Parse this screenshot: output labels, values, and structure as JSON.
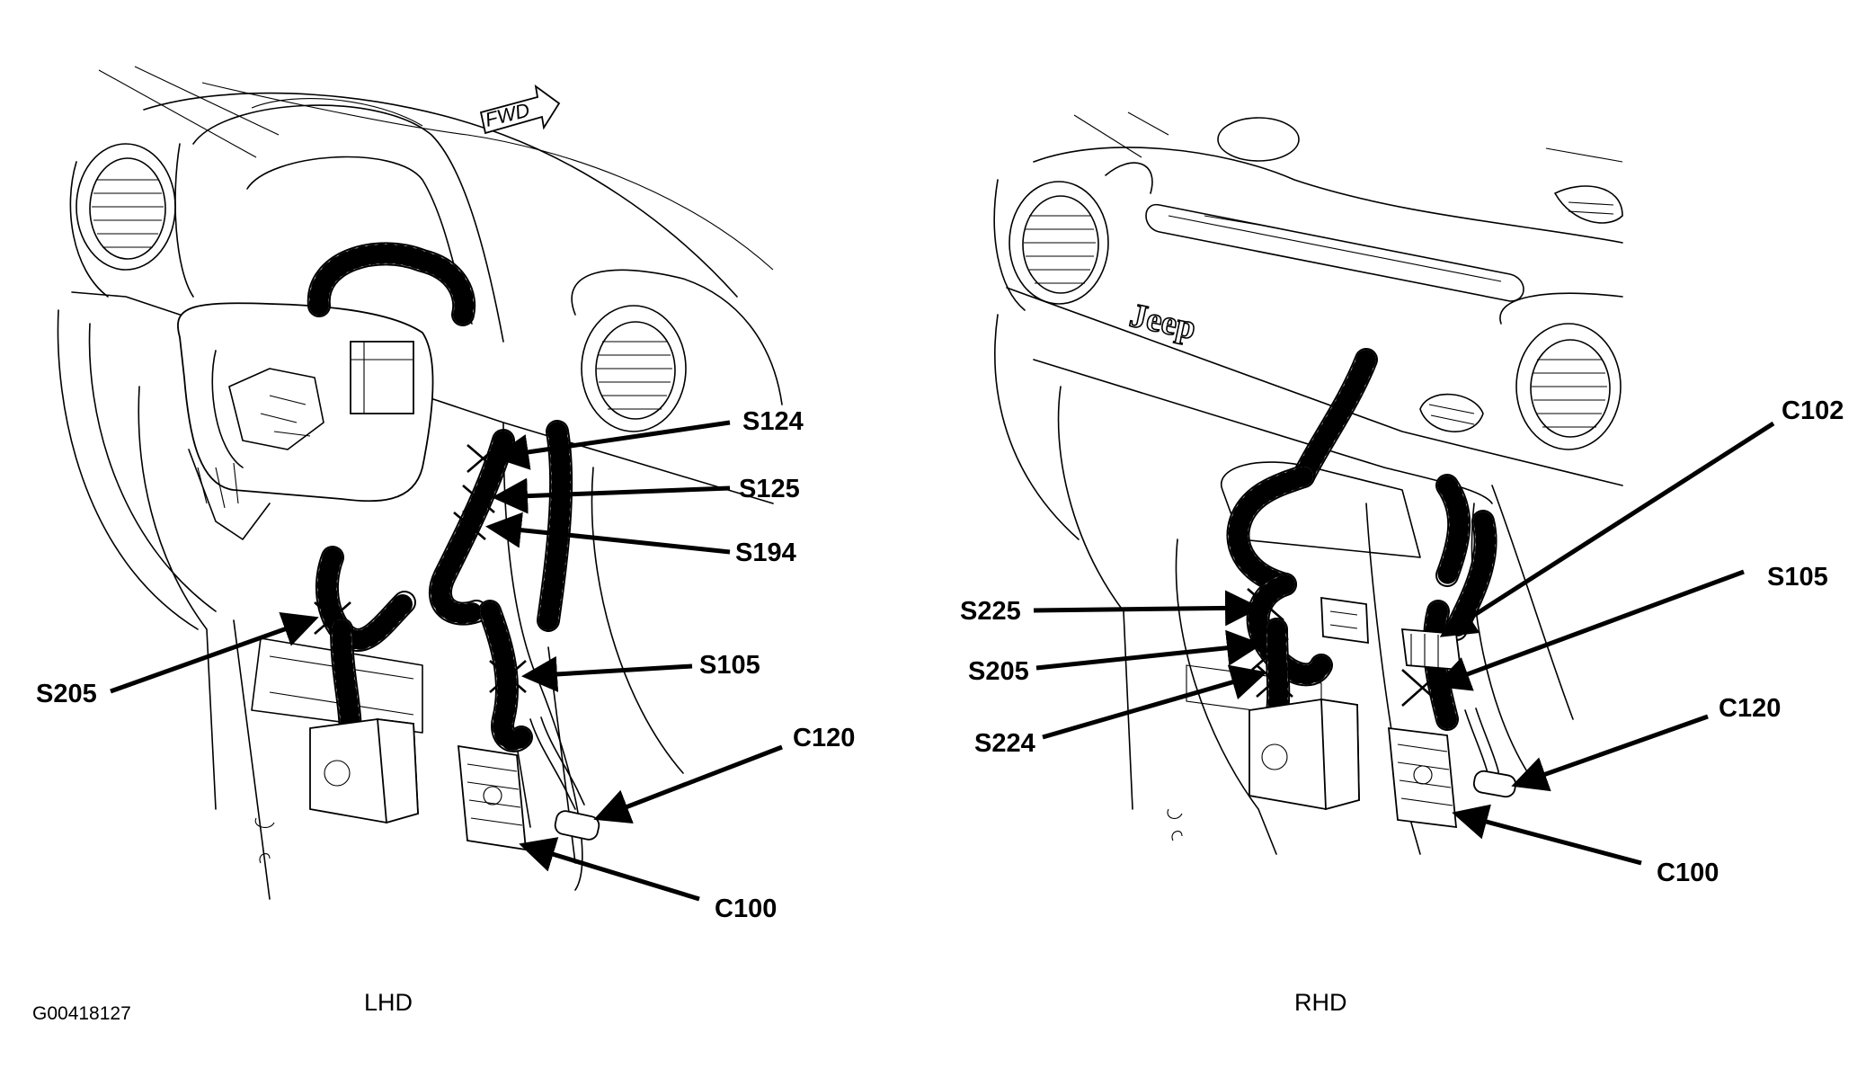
{
  "figure_id": "G00418127",
  "views": [
    {
      "caption": "LHD",
      "fwd_label": "FWD",
      "callouts": [
        "S124",
        "S125",
        "S194",
        "S105",
        "C120",
        "C100",
        "S205"
      ]
    },
    {
      "caption": "RHD",
      "badge": "Jeep",
      "callouts": [
        "C102",
        "S105",
        "C120",
        "C100",
        "S225",
        "S205",
        "S224"
      ]
    }
  ],
  "icons": [
    "arrow-head-icon",
    "splice-x-mark-icon",
    "fwd-arrow-icon"
  ]
}
